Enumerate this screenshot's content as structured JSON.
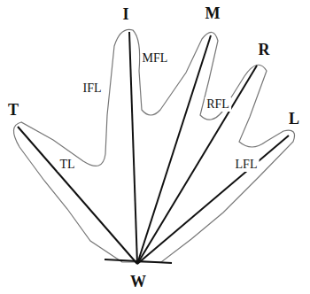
{
  "diagram": {
    "labels": [
      "I",
      "M",
      "R",
      "T",
      "L",
      "W",
      "TL",
      "IFL",
      "MFL",
      "RFL",
      "LFL"
    ]
  }
}
